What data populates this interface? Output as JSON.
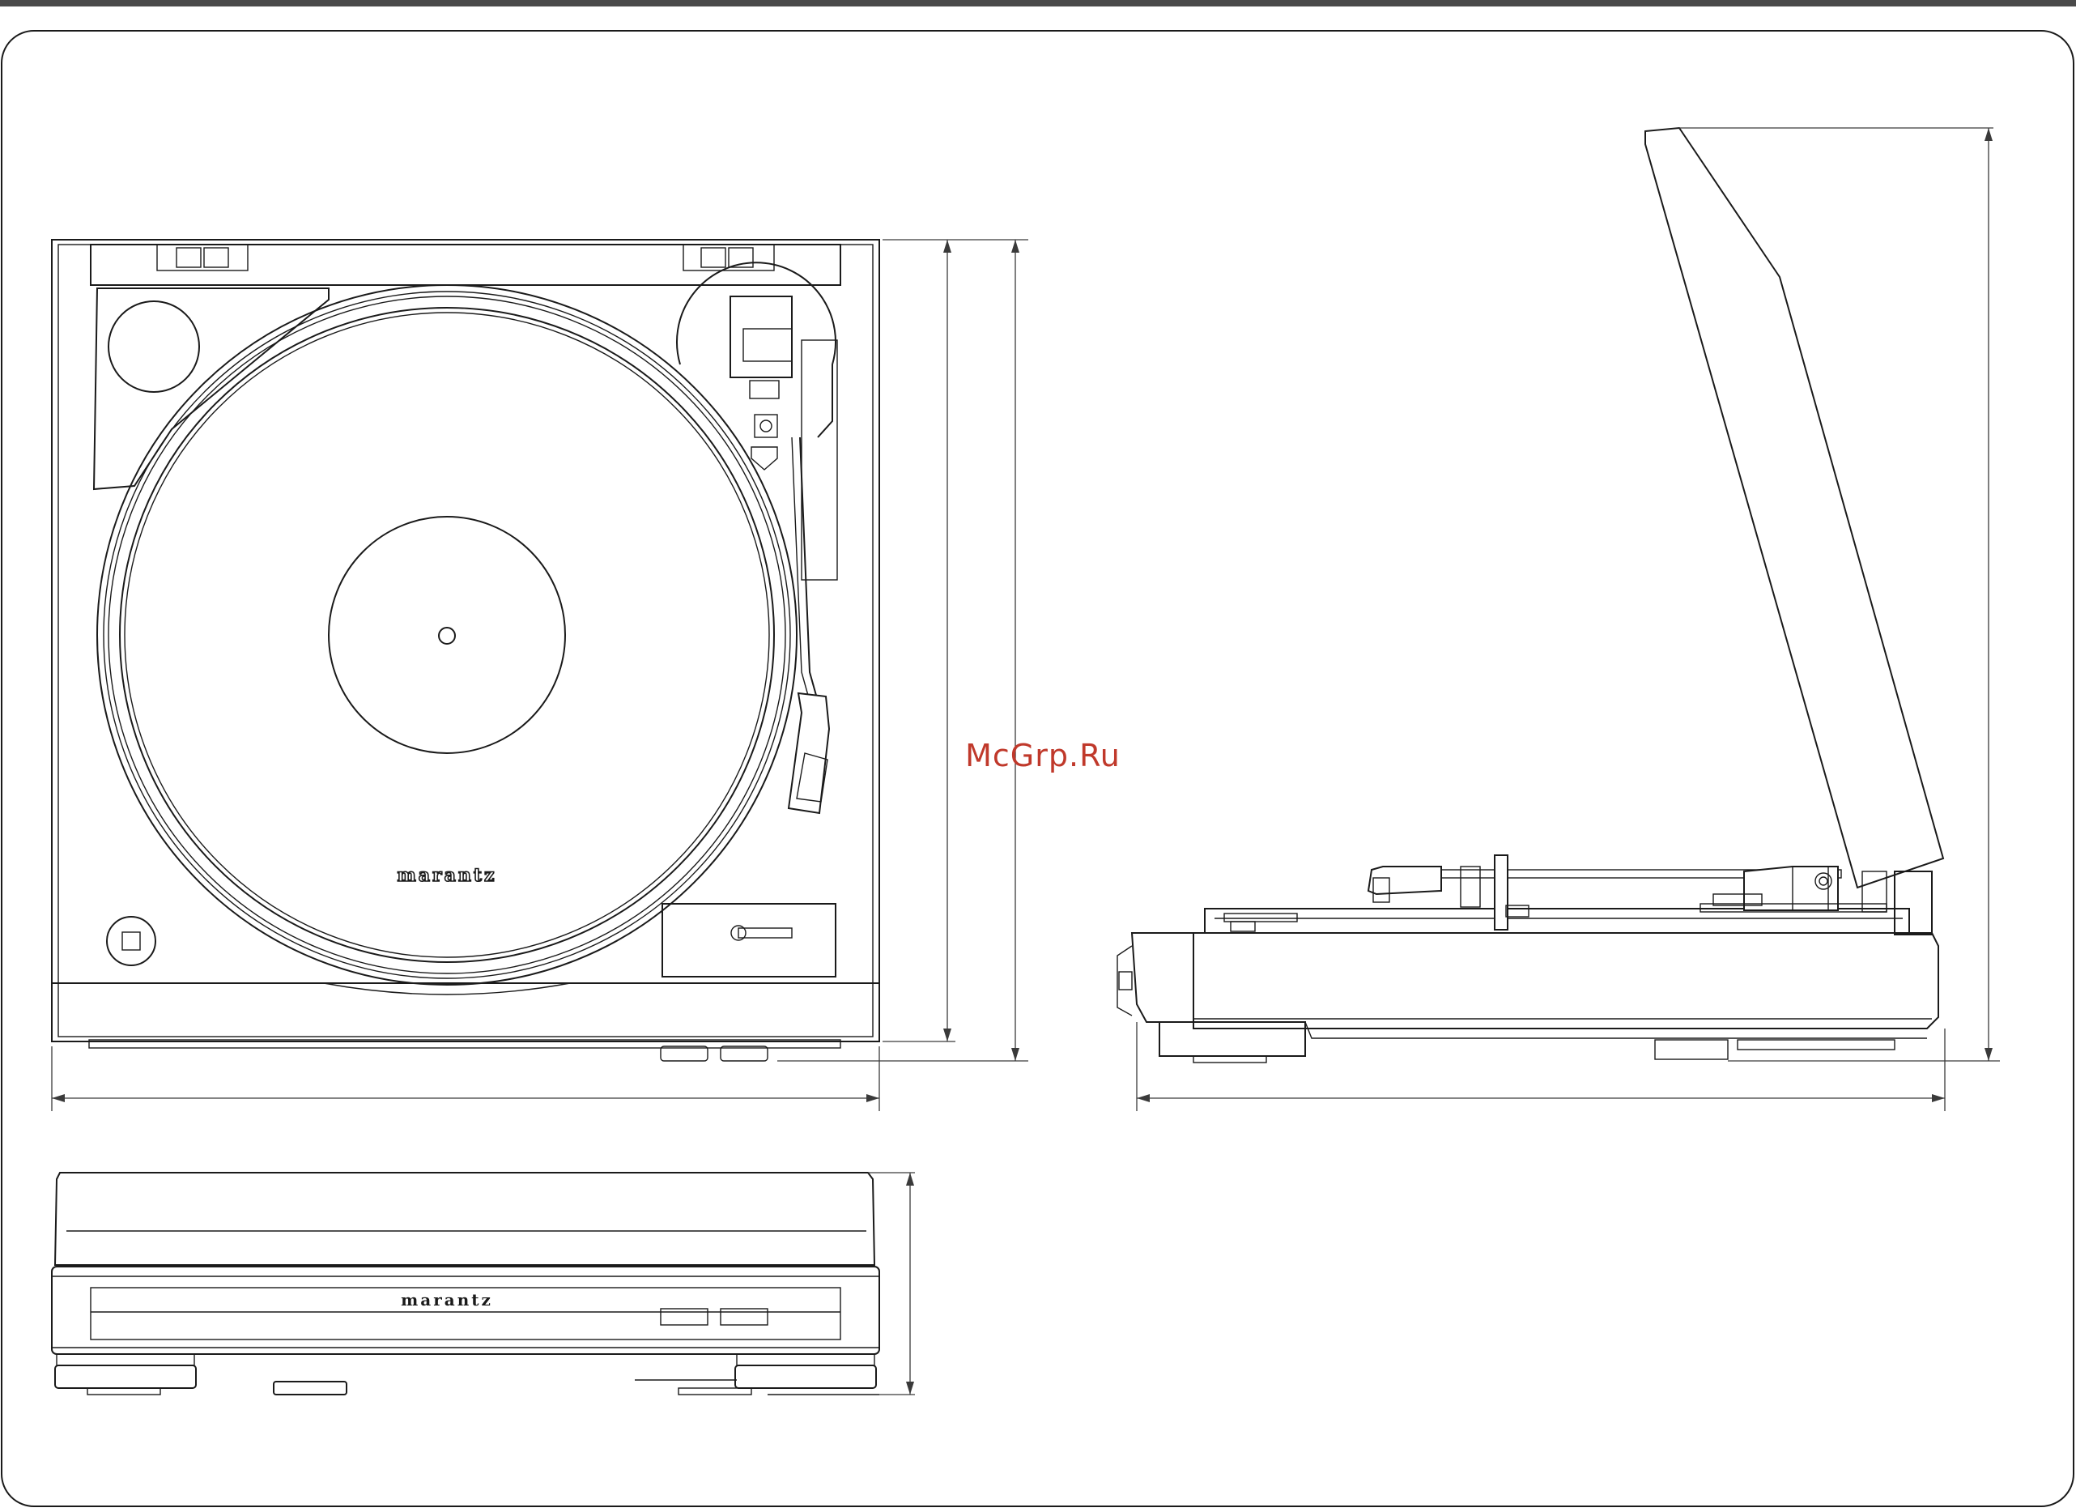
{
  "diagram": {
    "brand_top_view": "marantz",
    "brand_front_view": "marantz",
    "watermark": "McGrp.Ru"
  },
  "colors": {
    "line": "#1a1a1a",
    "top_bar": "#4a4a4a",
    "watermark": "#c0392b"
  }
}
